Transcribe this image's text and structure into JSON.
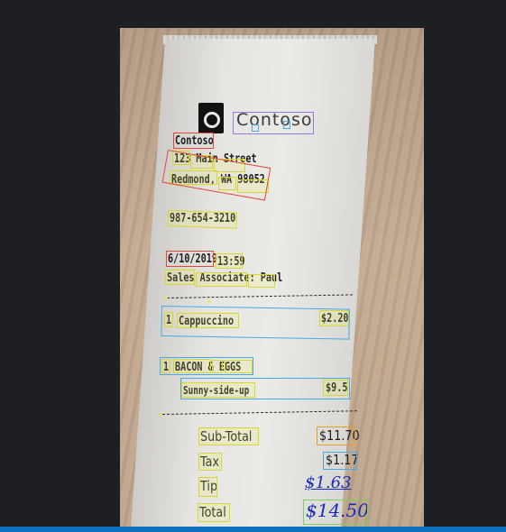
{
  "receipt": {
    "brand": "Contoso",
    "merchant_name": "Contoso",
    "address_line1": "123 Main Street",
    "address_line2": "Redmond, WA 98052",
    "phone": "987-654-3210",
    "date": "6/10/2019",
    "time": "13:59",
    "sales_associate": "Sales Associate: Paul",
    "items": [
      {
        "qty": "1",
        "name": "Cappuccino",
        "price": "$2.20"
      },
      {
        "qty": "1",
        "name": "BACON & EGGS",
        "detail": "Sunny-side-up",
        "price": "$9.5"
      }
    ],
    "subtotal_label": "Sub-Total",
    "subtotal_value": "$11.70",
    "tax_label": "Tax",
    "tax_value": "$1.17",
    "tip_label": "Tip",
    "tip_value": "$1.63",
    "total_label": "Total",
    "total_value": "$14.50"
  },
  "colors": {
    "word_box": "#d9d62c",
    "field_box_red": "#e0483a",
    "line_box_blue": "#49a9e6",
    "brand_box_purple": "#9b77e0",
    "subtotal_box_orange": "#f09a1b",
    "total_box_green": "#7fcf5b"
  }
}
